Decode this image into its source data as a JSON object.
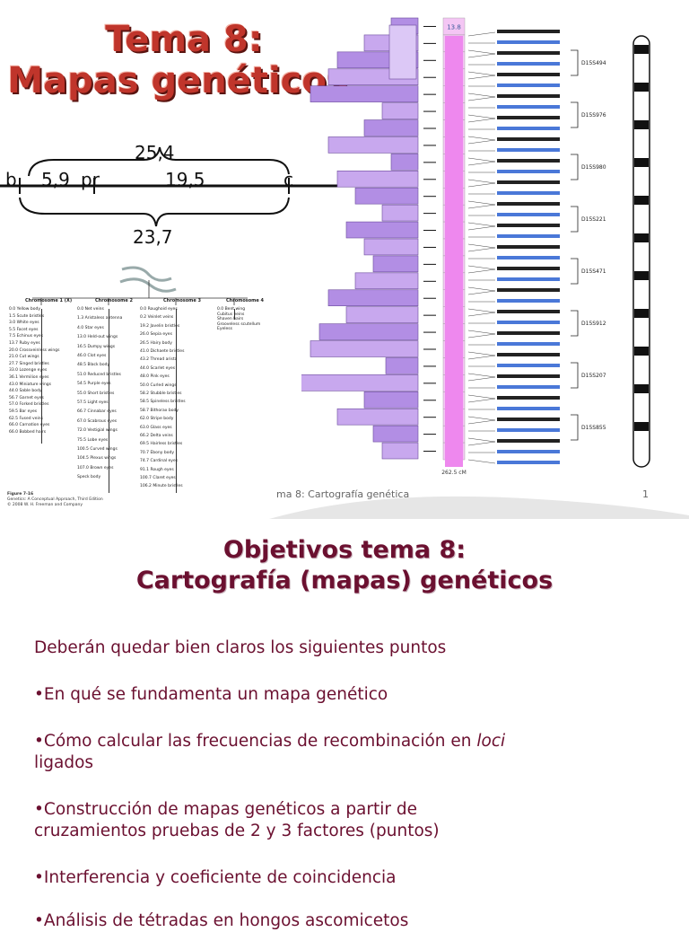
{
  "slide1": {
    "title_line1": "Tema 8:",
    "title_line2": "Mapas  genéticos",
    "map": {
      "left_gene": "b",
      "mid_gene": "pr",
      "right_gene": "c",
      "dist_b_pr": "5,9",
      "dist_pr_c": "19,5",
      "dist_top": "25,4",
      "dist_bottom": "23,7"
    },
    "figure": {
      "chromosomes": [
        "Chromosome 1 (X)",
        "Chromosome 2",
        "Chromosome 3",
        "Chromosome 4"
      ],
      "chr1": [
        "0.0 Yellow body",
        "1.5 Scute bristles",
        "3.0 White eyes",
        "5.5 Facet eyes",
        "7.5 Echinus eyes",
        "13.7 Ruby eyes",
        "20.0 Crossveinless wings",
        "21.0 Cut wings",
        "27.7 Singed bristles",
        "33.0 Lozenge eyes",
        "36.1 Vermilion eyes",
        "43.0 Miniature wings",
        "44.0 Sable body",
        "56.7 Garnet eyes",
        "57.0 Forked bristles",
        "59.5 Bar eyes",
        "62.5 Fused veins",
        "66.0 Carnation eyes",
        "66.0 Bobbed hairs"
      ],
      "chr2": [
        "0.0 Net veins",
        "1.3 Aristaless antenna",
        "4.0 Star eyes",
        "13.0 Held-out wings",
        "16.5 Dumpy wings",
        "46.0 Clot eyes",
        "48.5 Black body",
        "51.0 Reduced bristles",
        "54.5 Purple eyes",
        "55.0 Short bristles",
        "57.5 Light eyes",
        "66.7 Cinnabar eyes",
        "67.0 Scabrous eyes",
        "72.0 Vestigial wings",
        "75.5 Lobe eyes",
        "100.5 Curved wings",
        "104.5 Plexus wings",
        "107.0 Brown eyes",
        "Speck body"
      ],
      "chr3": [
        "0.0 Roughoid eyes",
        "0.2 Veinlet veins",
        "19.2 Javelin bristles",
        "26.0 Sepia eyes",
        "26.5 Hairy body",
        "41.0 Dichaete bristles",
        "43.2 Thread arista",
        "44.0 Scarlet eyes",
        "48.0 Pink eyes",
        "50.0 Curled wings",
        "58.2 Stubble bristles",
        "58.5 Spineless bristles",
        "58.7 Bithorax body",
        "62.0 Stripe body",
        "63.0 Glass eyes",
        "66.2 Delta veins",
        "69.5 Hairless bristles",
        "70.7 Ebony body",
        "74.7 Cardinal eyes",
        "91.1 Rough eyes",
        "100.7 Claret eyes",
        "106.2 Minute bristles"
      ],
      "chr4": [
        "0.0 Bent wing",
        "Cubitus veins",
        "Shaven hairs",
        "Grooveless scutellum",
        "Eyeless"
      ],
      "figure_caption": "Figure 7-16",
      "figure_source": "Genetics: A Conceptual Approach, Third Edition",
      "figure_copy": "© 2008 W. H. Freeman and Company"
    },
    "bars": {
      "values": [
        "13.8",
        "17.8",
        "7.7",
        "7.9",
        "11.9",
        "14.5",
        "10.1",
        "3.7",
        "17.1",
        "9.9",
        "11.1",
        "15.2",
        "9.4",
        "12.9",
        "13.8",
        "5.5",
        "7.9",
        "7.3",
        "10.2",
        "5.7",
        "5.2",
        "35.4",
        "10.4",
        "10.8",
        "13.7",
        "15.4"
      ],
      "markers": [
        "D15S494",
        "D15S976",
        "D15S980",
        "D15S221",
        "D15S471",
        "D15S912",
        "D15S207",
        "D15S855"
      ],
      "bottom_label": "262.5 cM"
    },
    "footer_text": "ma 8: Cartografía genética",
    "page_number": "1"
  },
  "slide2": {
    "title_line1": "Objetivos tema 8:",
    "title_line2": "Cartografía (mapas) genéticos",
    "intro": "Deberán quedar bien claros los siguientes puntos",
    "bullets": [
      "•En qué se fundamenta un mapa genético",
      "•Cómo calcular las frecuencias de recombinación en",
      "ligados",
      "•Construcción de mapas genéticos a partir de",
      "cruzamientos pruebas de 2 y 3 factores (puntos)",
      "•Interferencia y coeficiente de coincidencia",
      "•Análisis de tétradas en hongos ascomicetos"
    ],
    "italic_word": "loci"
  }
}
